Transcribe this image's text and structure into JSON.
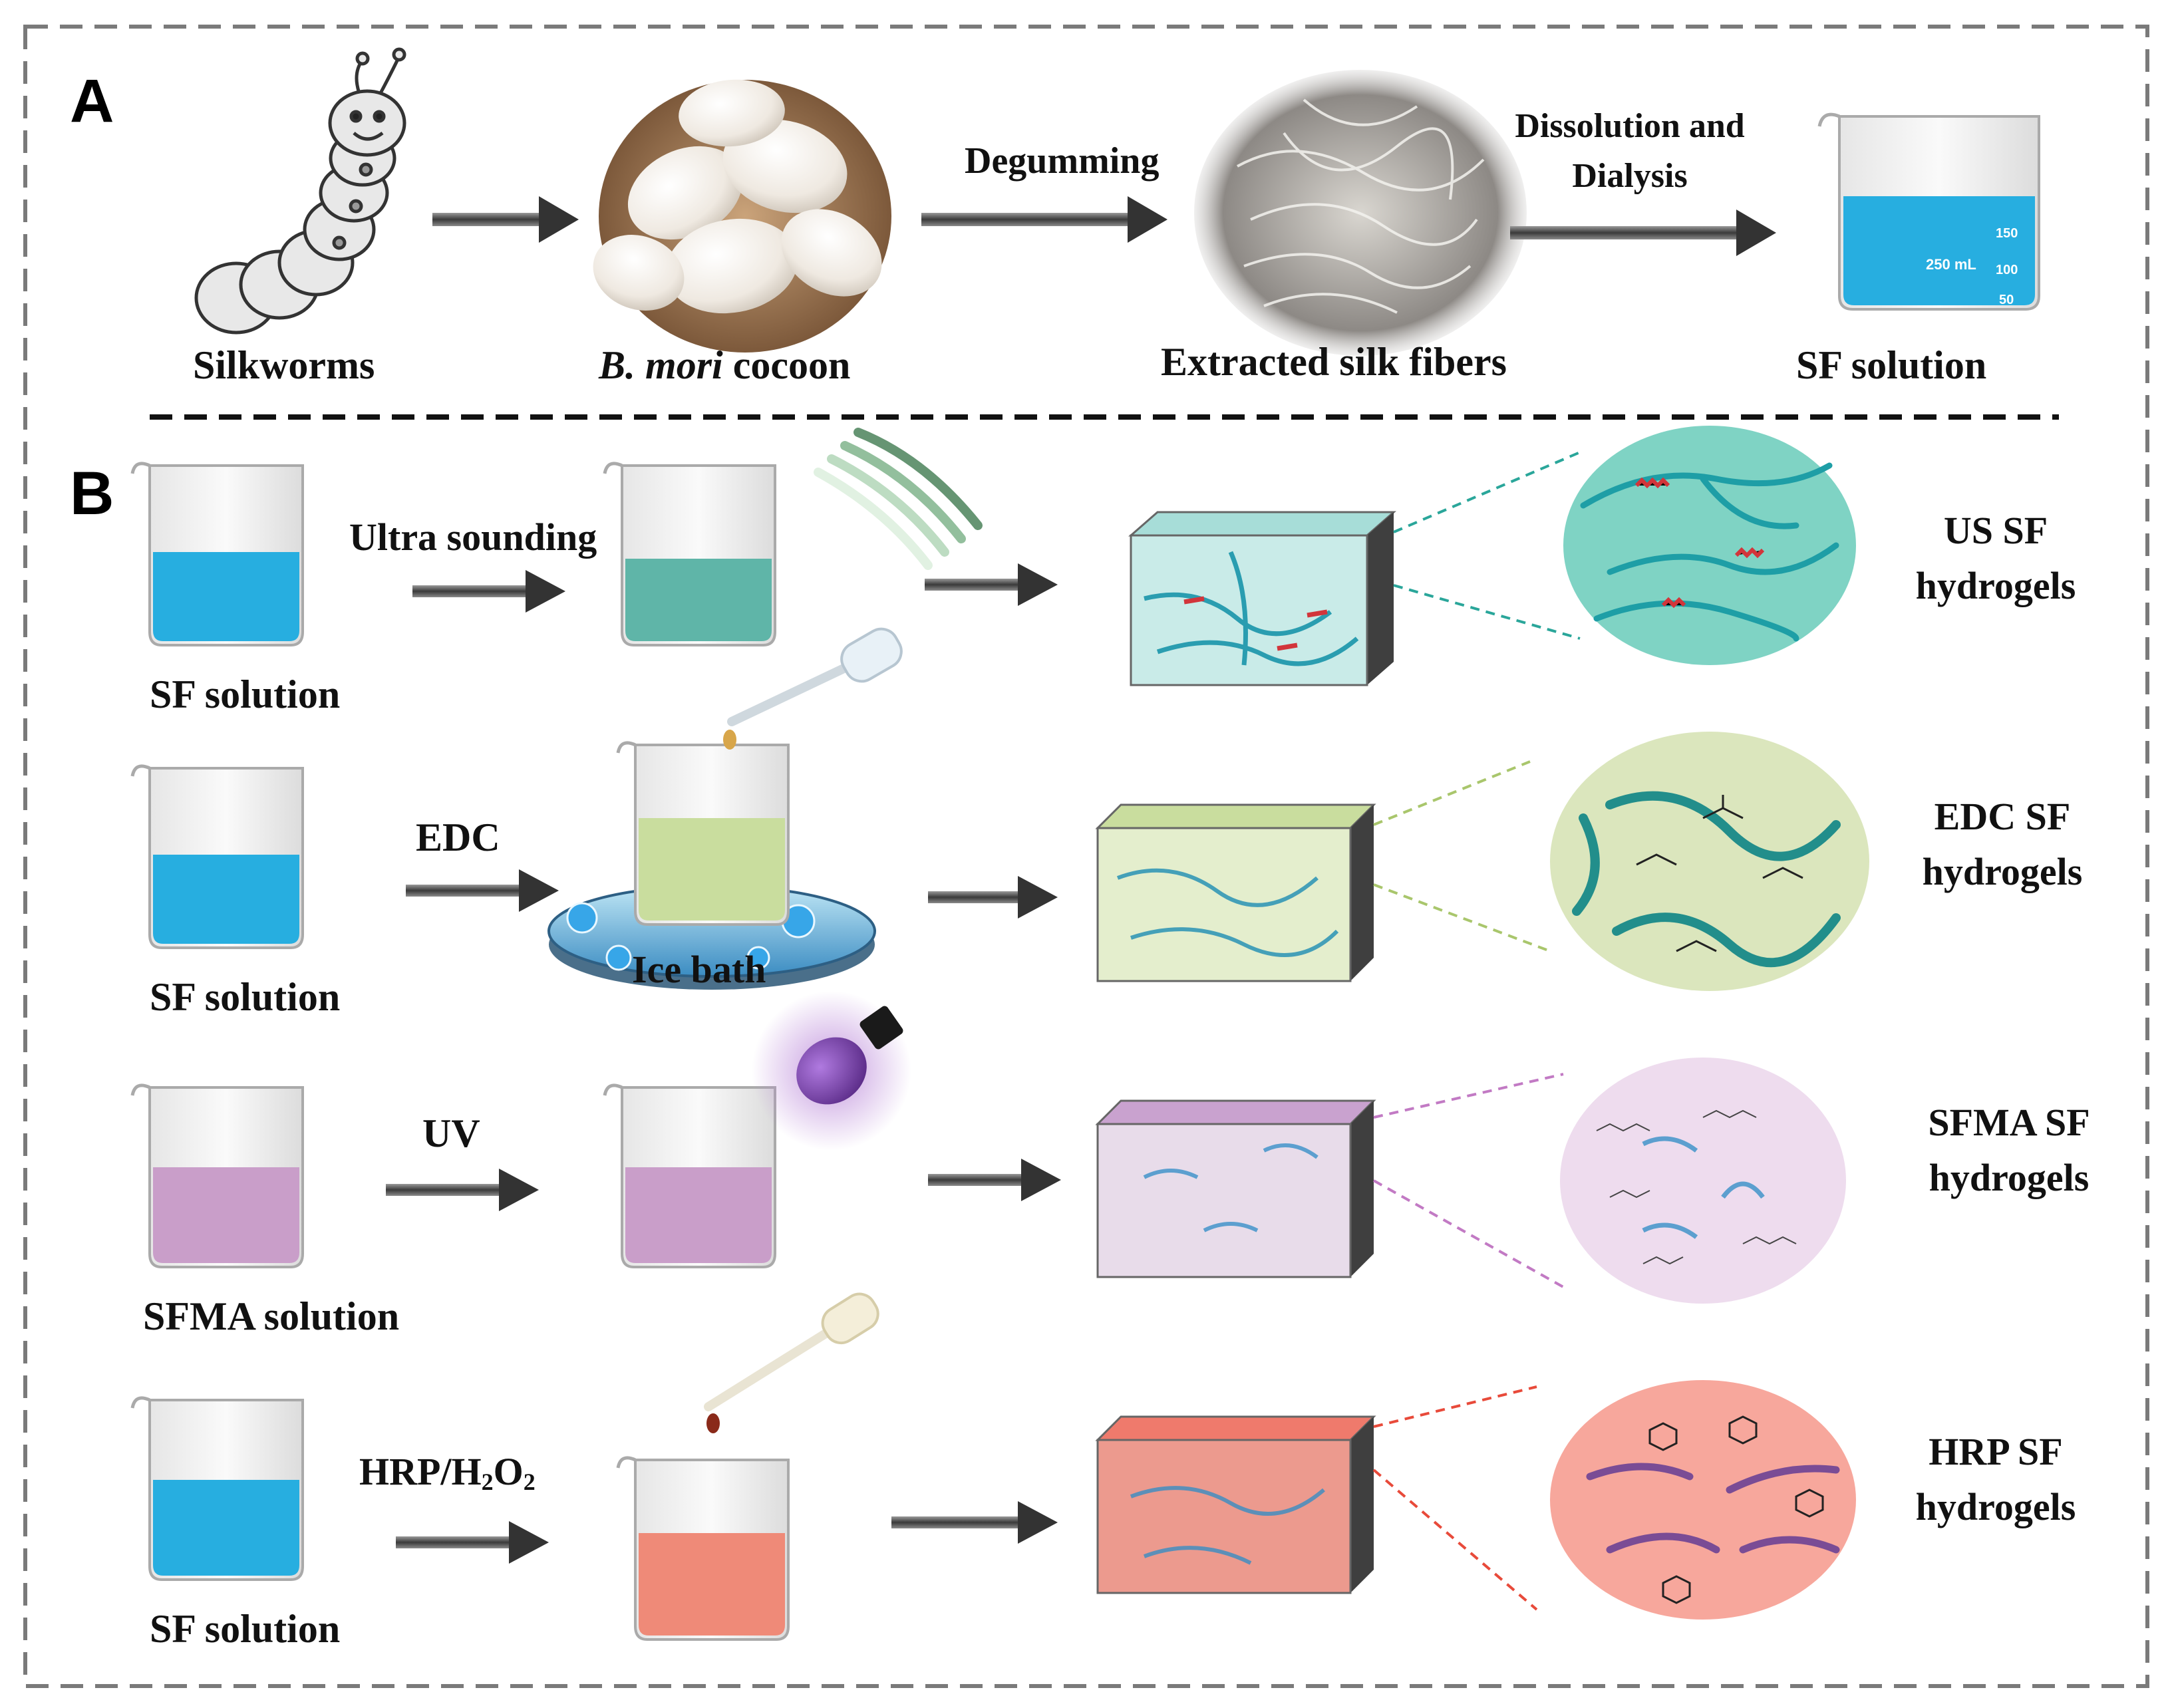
{
  "panels": {
    "a": "A",
    "b": "B"
  },
  "row_a": {
    "silkworms": "Silkworms",
    "cocoon_italic": "B. mori",
    "cocoon_rest": " cocoon",
    "degumming": "Degumming",
    "fibers": "Extracted silk fibers",
    "dissolution_1": "Dissolution and",
    "dissolution_2": "Dialysis",
    "sf_solution": "SF solution"
  },
  "row_us": {
    "solution": "SF solution",
    "method": "Ultra sounding",
    "result_1": "US SF",
    "result_2": "hydrogels"
  },
  "row_edc": {
    "solution": "SF solution",
    "method": "EDC",
    "ice_bath": "Ice bath",
    "result_1": "EDC SF",
    "result_2": "hydrogels"
  },
  "row_uv": {
    "solution": "SFMA solution",
    "method": "UV",
    "result_1": "SFMA SF",
    "result_2": "hydrogels"
  },
  "row_hrp": {
    "solution": "SF solution",
    "method_main": "HRP/H",
    "method_sub1": "2",
    "method_mid": "O",
    "method_sub2": "2",
    "result_1": "HRP SF",
    "result_2": "hydrogels"
  },
  "beaker": {
    "volume": "250 mL",
    "tick_150": "150",
    "tick_100": "100",
    "tick_50": "50"
  },
  "colors": {
    "blue": "#27aee0",
    "teal": "#5fb5a8",
    "green": "#c9dd9e",
    "purple": "#c99ec9",
    "salmon": "#ef8a78",
    "circle_teal": "#7fd3c4",
    "circle_green": "#dbe6bd",
    "circle_purple": "#eedcee",
    "circle_pink": "#f7a79c"
  }
}
